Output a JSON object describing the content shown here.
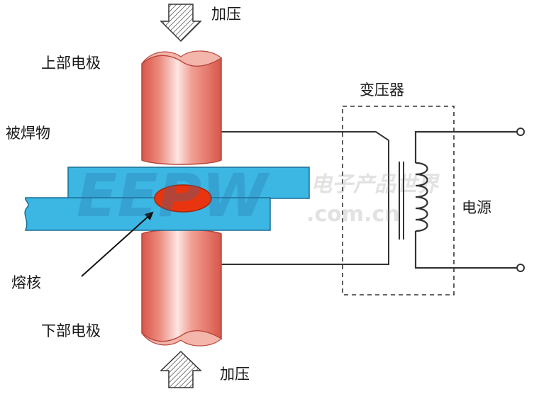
{
  "labels": {
    "press_top": "加压",
    "upper_electrode": "上部电极",
    "workpiece": "被焊物",
    "nugget": "熔核",
    "lower_electrode": "下部电极",
    "press_bottom": "加压",
    "transformer": "变压器",
    "power_source": "电源"
  },
  "watermark": {
    "logo": "EEPW",
    "url": ".com.cn",
    "cn_text": "电子产品世界"
  },
  "colors": {
    "electrode_main": "#e8796d",
    "electrode_highlight": "#fbe3de",
    "workpiece": "#3cb6e3",
    "nugget": "#e8350f",
    "wire": "#333333"
  }
}
